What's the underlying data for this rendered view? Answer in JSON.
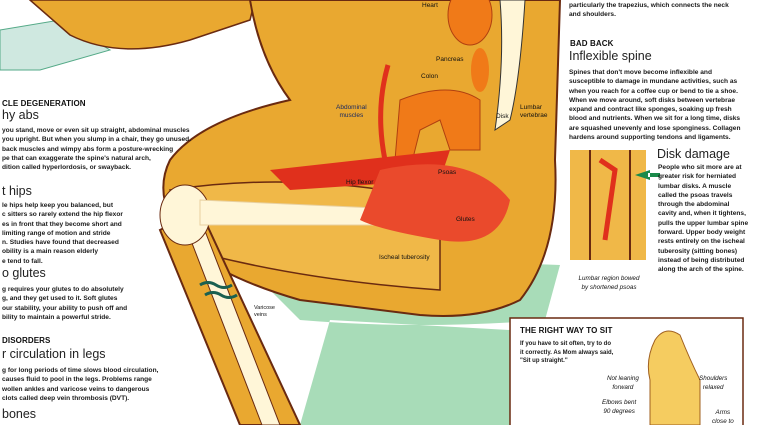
{
  "left": {
    "sections": [
      {
        "kicker": "CLE DEGENERATION",
        "head": "hy abs",
        "lines": [
          "you stand, move or even sit up straight, abdominal muscles",
          "you upright. But when you slump in a chair, they go unused.",
          "back muscles and wimpy abs form a posture-wrecking",
          "pe that can exaggerate the spine's natural arch,",
          "dition called hyperlordosis, or swayback."
        ]
      },
      {
        "head": "t hips",
        "lines": [
          "le hips help keep you balanced, but",
          "c sitters so rarely extend the hip flexor",
          "es in front that they become short and",
          "limiting range of motion and stride",
          "n. Studies have found that decreased",
          "obility is a main reason elderly",
          "e tend to fall."
        ]
      },
      {
        "head": "o glutes",
        "lines": [
          "g requires your glutes to do absolutely",
          "g, and they get used to it. Soft glutes",
          "our stability, your ability to push off and",
          "bility to maintain a powerful stride."
        ]
      },
      {
        "kicker": "DISORDERS",
        "head": "r circulation in legs",
        "lines": [
          "g for long periods of time slows blood circulation,",
          "causes fluid to pool in the legs. Problems range",
          "wollen ankles and varicose veins to dangerous",
          "clots called deep vein thrombosis (DVT)."
        ]
      },
      {
        "head": "bones",
        "lines": []
      }
    ]
  },
  "labels": {
    "heart": "Heart",
    "pancreas": "Pancreas",
    "colon": "Colon",
    "abdominal": [
      "Abdominal",
      "muscles"
    ],
    "disk": "Disk",
    "lumbar": [
      "Lumbar",
      "vertebrae"
    ],
    "hip_flexor": "Hip flexor",
    "psoas": "Psoas",
    "glutes": "Glutes",
    "ischeal": "Ischeal tuberosity",
    "varicose": [
      "Varicose",
      "veins"
    ]
  },
  "right": {
    "intro": [
      "particularly the trapezius, which connects the neck",
      "and shoulders."
    ],
    "kicker": "BAD BACK",
    "head": "Inflexible spine",
    "lines": [
      "Spines that don't move become inflexible and",
      "susceptible to damage in mundane activities, such as",
      "when you reach for a coffee cup or bend to tie a shoe.",
      "When we move around, soft disks between vertebrae",
      "expand and contract like sponges, soaking up fresh",
      "blood and nutrients. When we sit for a long time, disks",
      "are squashed unevenly and lose sponginess. Collagen",
      "hardens around supporting tendons and ligaments."
    ],
    "disk": {
      "head": "Disk damage",
      "lines": [
        "People who sit more are at",
        "greater risk for herniated",
        "lumbar disks. A muscle",
        "called the psoas travels",
        "through the abdominal",
        "cavity and, when it tightens,",
        "pulls the upper lumbar spine",
        "forward. Upper body weight",
        "rests entirely on the ischeal",
        "tuberosity (sitting bones)",
        "instead of being distributed",
        "along the arch of the spine."
      ],
      "caption": [
        "Lumbar region bowed",
        "by shortened psoas"
      ]
    }
  },
  "box": {
    "kicker": "THE RIGHT WAY TO SIT",
    "lines": [
      "If you have to sit often, try to do",
      "it correctly. As Mom always said,",
      "\"Sit up straight.\""
    ],
    "notes": {
      "lean": [
        "Not leaning",
        "forward"
      ],
      "shoulders": [
        "Shoulders",
        "relaxed"
      ],
      "elbows": [
        "Elbows bent",
        "90 degrees"
      ],
      "arms": [
        "Arms",
        "close to"
      ]
    }
  },
  "colors": {
    "skin": "#e9a830",
    "organ": "#f07a18",
    "muscle": "#e0301c",
    "chair": "#a8dcb8",
    "bone": "#fff6d8"
  }
}
